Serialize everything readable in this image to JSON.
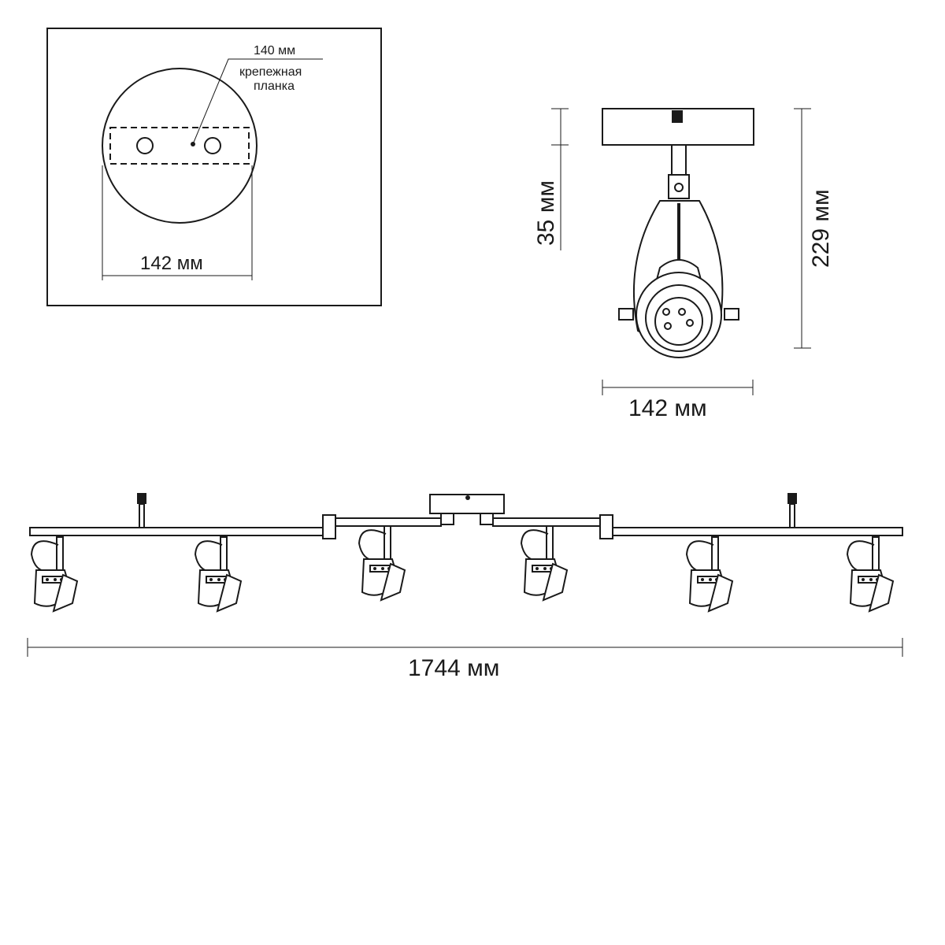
{
  "mount_plate_panel": {
    "bracket_length_label": "140 мм",
    "bracket_name_line1": "крепежная",
    "bracket_name_line2": "планка",
    "diameter_label": "142 мм"
  },
  "single_lamp_view": {
    "offset_label": "35 мм",
    "height_label": "229 мм",
    "width_label": "142 мм"
  },
  "fixture_front_view": {
    "total_length_label": "1744 мм",
    "spot_count": 6
  }
}
